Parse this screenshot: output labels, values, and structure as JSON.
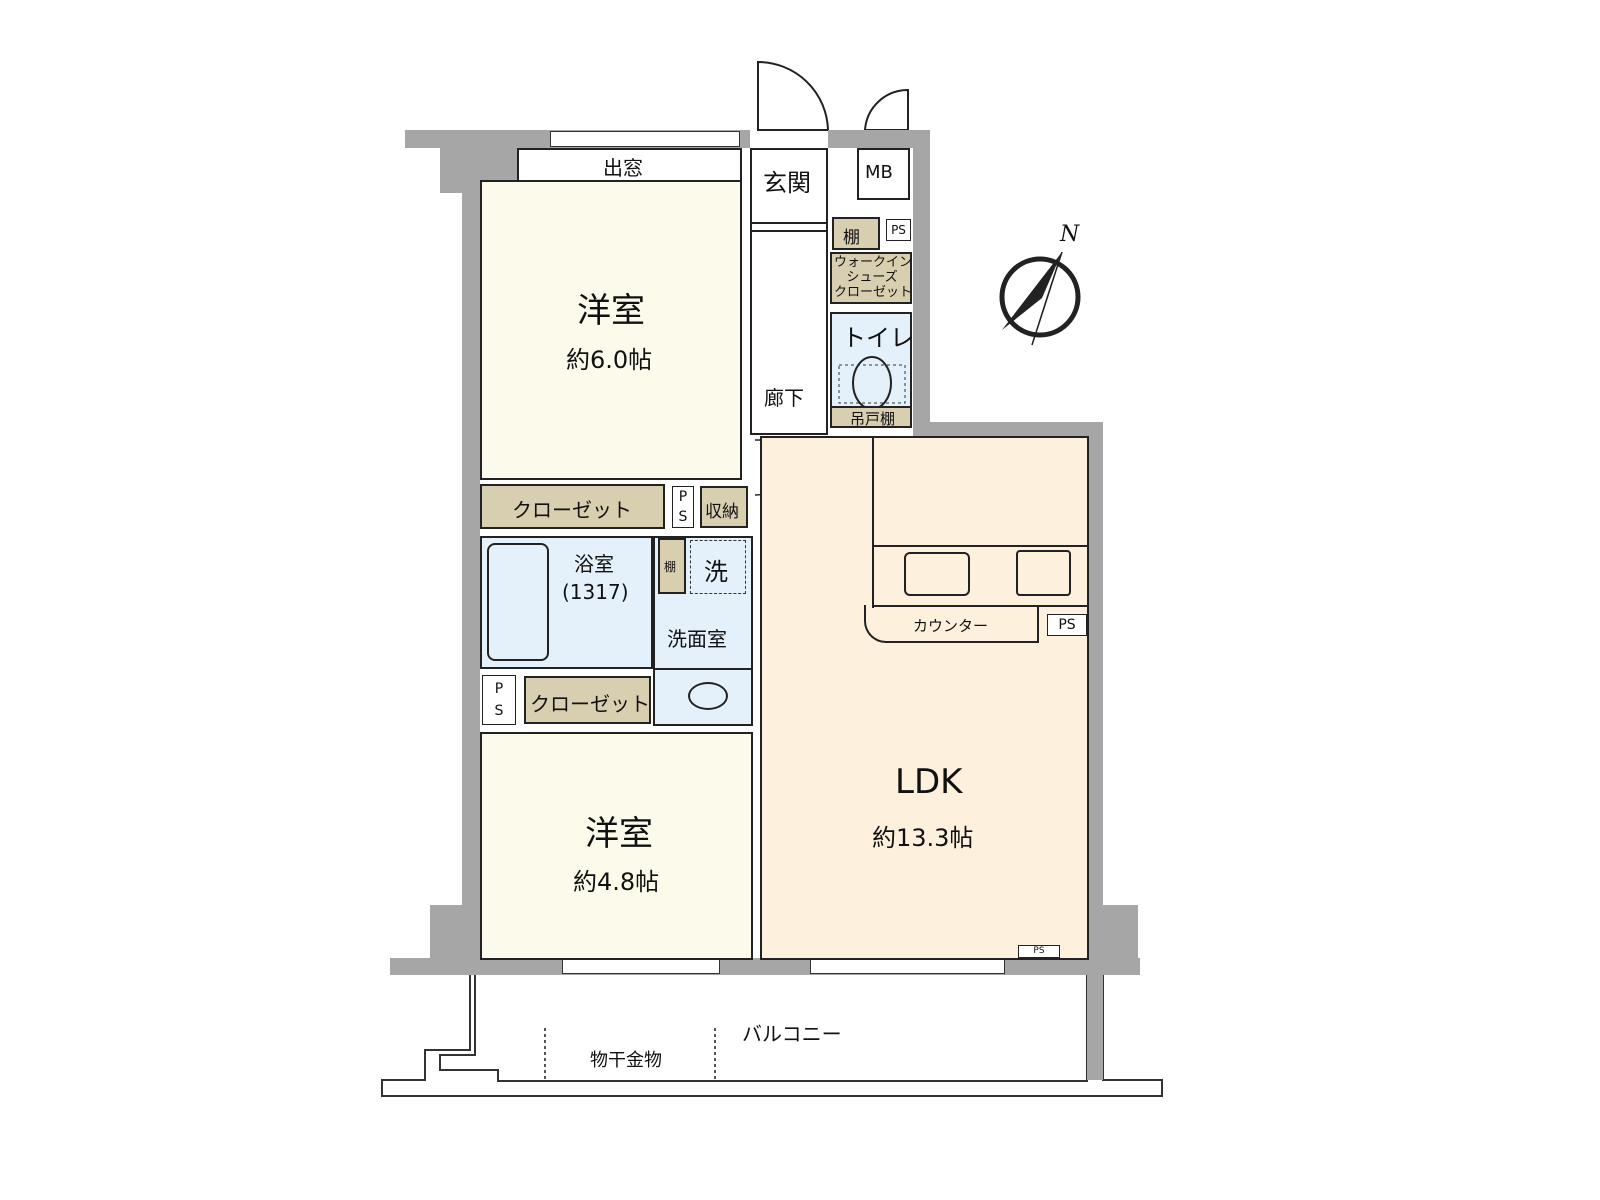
{
  "rooms": {
    "bay_window": "出窓",
    "entrance": "玄関",
    "meter_box": "MB",
    "shelf": "棚",
    "ps": "PS",
    "walkin_shoes_closet": [
      "ウォークイン",
      "シューズ",
      "クローゼット"
    ],
    "toilet": "トイレ",
    "hanging_cabinet": "吊戸棚",
    "hallway": "廊下",
    "western_room_1": {
      "name": "洋室",
      "size": "約6.0帖"
    },
    "closet": "クローゼット",
    "storage": "収納",
    "bathroom": {
      "name": "浴室",
      "size": "(1317)"
    },
    "washing_machine": "洗",
    "shelf_small": "棚",
    "washroom": "洗面室",
    "ps_vertical": [
      "P",
      "S"
    ],
    "western_room_2": {
      "name": "洋室",
      "size": "約4.8帖"
    },
    "ldk": {
      "name": "LDK",
      "size": "約13.3帖"
    },
    "counter": "カウンター",
    "balcony": "バルコニー",
    "clothes_hanger": "物干金物"
  },
  "compass": {
    "label": "N"
  },
  "colors": {
    "wall": "#a6a6a6",
    "western": "#fcfaea",
    "ldk": "#fdf0dc",
    "wet": "#e4f1fb",
    "storage": "#d8cfb0"
  }
}
